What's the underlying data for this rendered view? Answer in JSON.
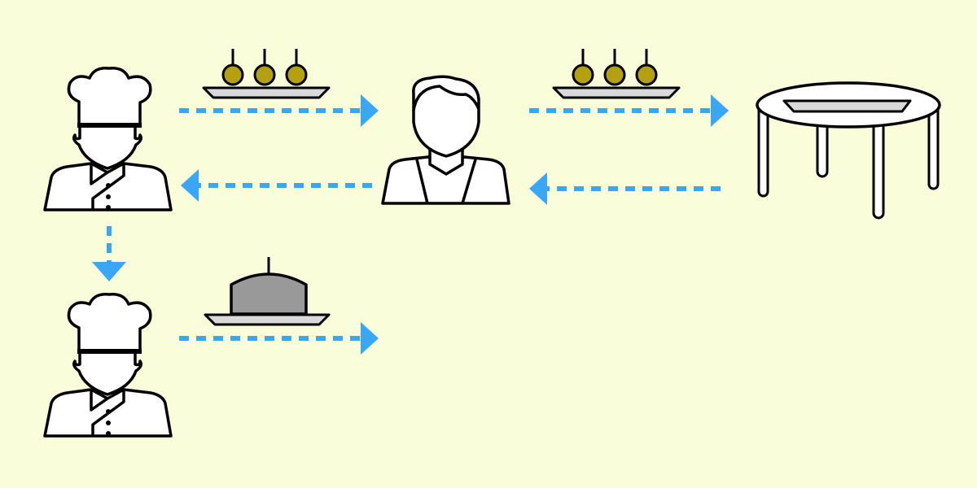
{
  "colors": {
    "background": "#FAFDD9",
    "arrow": "#3AA7F5",
    "outline": "#000000",
    "figure_fill": "#FFFFFF",
    "plate_fill": "#D9D9D9",
    "olive_fill": "#B5A012",
    "cloche_fill": "#999999"
  },
  "nodes": [
    {
      "id": "chef-1",
      "role": "chef",
      "icon": "chef-icon"
    },
    {
      "id": "waiter",
      "role": "waiter",
      "icon": "waiter-icon"
    },
    {
      "id": "table",
      "role": "table",
      "icon": "table-icon"
    },
    {
      "id": "chef-2",
      "role": "chef",
      "icon": "chef-icon"
    }
  ],
  "edges": [
    {
      "from": "chef-1",
      "to": "waiter",
      "carries": "olive-skewer-plate"
    },
    {
      "from": "waiter",
      "to": "table",
      "carries": "olive-skewer-plate"
    },
    {
      "from": "table",
      "to": "waiter",
      "carries": ""
    },
    {
      "from": "waiter",
      "to": "chef-1",
      "carries": ""
    },
    {
      "from": "chef-1",
      "to": "chef-2",
      "carries": ""
    },
    {
      "from": "chef-2",
      "to": "",
      "carries": "cloche-plate"
    }
  ]
}
